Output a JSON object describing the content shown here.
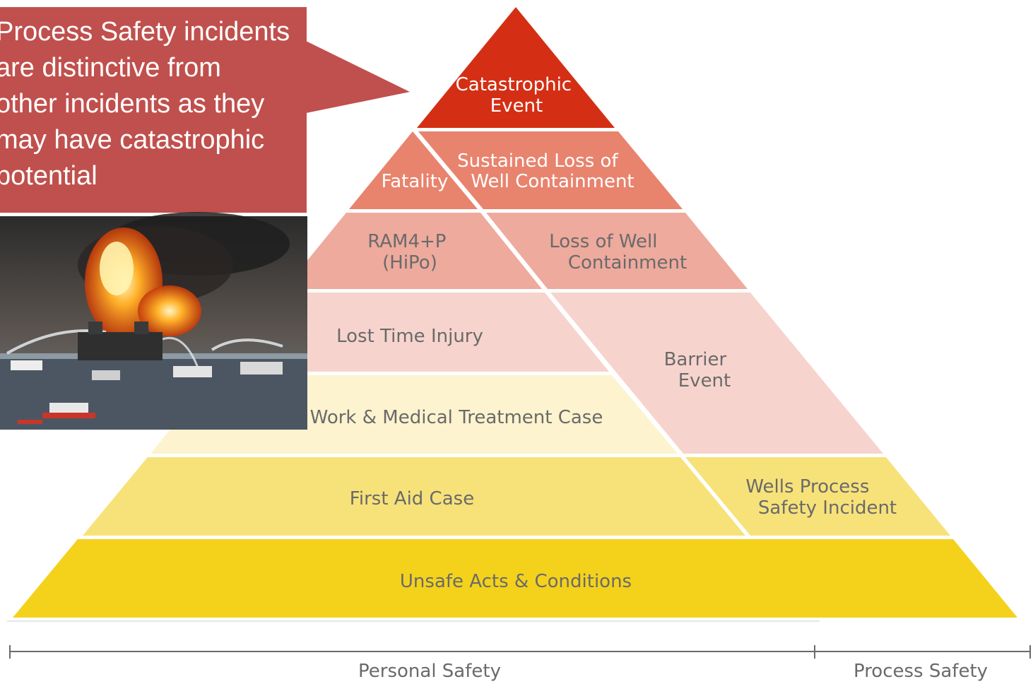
{
  "callout": {
    "lines": [
      "Process Safety incidents",
      "are distinctive from",
      "other incidents as they",
      "may have catastrophic",
      "potential"
    ]
  },
  "photo": {
    "description_icon": "oil-rig-fire-photo"
  },
  "pyramid": {
    "catastrophic": [
      "Catastrophic",
      "Event"
    ],
    "fatality": "Fatality",
    "sustained_loss": [
      "Sustained Loss of",
      "Well Containment"
    ],
    "ram4p": [
      "RAM4+P",
      "(HiPo)"
    ],
    "loss_well": [
      "Loss of Well",
      "Containment"
    ],
    "lost_time": "Lost Time Injury",
    "barrier": [
      "Barrier",
      "Event"
    ],
    "work_medical": "Work & Medical Treatment Case",
    "first_aid": "First Aid Case",
    "wells_process": [
      "Wells Process",
      "Safety Incident"
    ],
    "unsafe_acts": "Unsafe Acts & Conditions"
  },
  "axis": {
    "personal": "Personal Safety",
    "process": "Process Safety"
  },
  "colors": {
    "catastrophic": "#d42f14",
    "tier2": "#e8836e",
    "tier3": "#eeaa9d",
    "tier4": "#f6d4cd",
    "tier5": "#fdf3ce",
    "tier6": "#f7e27a",
    "tier7": "#f4d21b",
    "callout": "#c0504d"
  }
}
